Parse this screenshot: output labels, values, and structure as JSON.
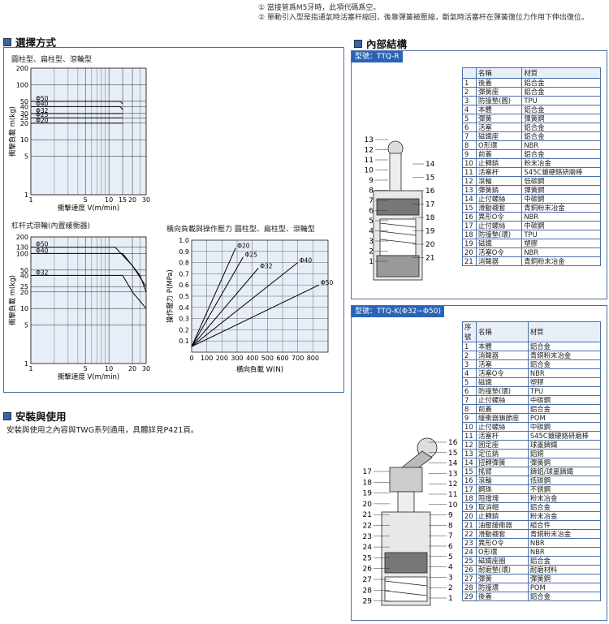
{
  "notes": [
    "① 當接管爲M5牙時，此項代碼爲空。",
    "② 單動引入型是指通氣時活塞杆縮回，後靠彈簧被壓縮，斷氣時活塞杆在彈簧復位力作用下伸出復位。"
  ],
  "selection": {
    "heading": "選擇方式",
    "chart1_caption": "圓柱型、扁柱型、滾輪型",
    "chart2_caption": "杠杆式滾輪(內置緩衝器)",
    "chart3_caption": "橫向負載與操作壓力  圓柱型、扁柱型、滾輪型"
  },
  "install": {
    "heading": "安裝與使用",
    "text": "安裝與使用之內容與TWG系列通用，具體詳見P421頁。"
  },
  "structure": {
    "heading": "內部結構",
    "model_r": "型號：TTQ-R",
    "model_k": "型號：TTQ-K(Φ32~Φ50)",
    "table_r_headers": [
      "",
      "名稱",
      "材質"
    ],
    "table_r": [
      [
        "1",
        "後蓋",
        "鋁合金"
      ],
      [
        "2",
        "彈簧座",
        "鋁合金"
      ],
      [
        "3",
        "防撞墊(圓)",
        "TPU"
      ],
      [
        "4",
        "本體",
        "鋁合金"
      ],
      [
        "5",
        "彈簧",
        "彈簧鋼"
      ],
      [
        "6",
        "活塞",
        "鋁合金"
      ],
      [
        "7",
        "磁鐵座",
        "鋁合金"
      ],
      [
        "8",
        "O形環",
        "NBR"
      ],
      [
        "9",
        "前蓋",
        "鋁合金"
      ],
      [
        "10",
        "止轉銷",
        "粉末冶金"
      ],
      [
        "11",
        "活塞杆",
        "S45C鍍硬鉻研磨棒"
      ],
      [
        "12",
        "滾輪",
        "低碳鋼"
      ],
      [
        "13",
        "彈簧銷",
        "彈簧鋼"
      ],
      [
        "14",
        "止付螺絲",
        "中碳鋼"
      ],
      [
        "15",
        "滑動襯套",
        "青銅粉末冶金"
      ],
      [
        "16",
        "異形O令",
        "NBR"
      ],
      [
        "17",
        "止付螺絲",
        "中碳鋼"
      ],
      [
        "18",
        "防撞墊(環)",
        "TPU"
      ],
      [
        "19",
        "磁鐵",
        "塑膠"
      ],
      [
        "20",
        "活塞O令",
        "NBR"
      ],
      [
        "21",
        "消聲器",
        "青銅粉末冶金"
      ]
    ],
    "table_k_headers": [
      "序號",
      "名稱",
      "材質"
    ],
    "table_k": [
      [
        "1",
        "本體",
        "鋁合金"
      ],
      [
        "2",
        "消聲器",
        "青銅粉末冶金"
      ],
      [
        "3",
        "活塞",
        "鋁合金"
      ],
      [
        "4",
        "活塞O令",
        "NBR"
      ],
      [
        "5",
        "磁鐵",
        "塑膠"
      ],
      [
        "6",
        "防撞墊(環)",
        "TPU"
      ],
      [
        "7",
        "止付螺絲",
        "中碳鋼"
      ],
      [
        "8",
        "前蓋",
        "鋁合金"
      ],
      [
        "9",
        "緩衝器鎖節座",
        "POM"
      ],
      [
        "10",
        "止付螺絲",
        "中碳鋼"
      ],
      [
        "11",
        "活塞杆",
        "S45C鍍硬鉻研磨棒"
      ],
      [
        "12",
        "固定座",
        "球墨鑄鐵"
      ],
      [
        "13",
        "定位銷",
        "鋁銅"
      ],
      [
        "14",
        "扭轉彈簧",
        "彈簧鋼"
      ],
      [
        "15",
        "搖臂",
        "鑄鋁/球墨鑄鐵"
      ],
      [
        "16",
        "滾輪",
        "低碳鋼"
      ],
      [
        "17",
        "鋼珠",
        "不銹鋼"
      ],
      [
        "18",
        "阻擋塊",
        "粉末冶金"
      ],
      [
        "19",
        "取消帽",
        "鋁合金"
      ],
      [
        "20",
        "止轉銷",
        "粉末冶金"
      ],
      [
        "21",
        "油壓緩衝器",
        "組合件"
      ],
      [
        "22",
        "滑動襯套",
        "青銅粉末冶金"
      ],
      [
        "23",
        "異形O令",
        "NBR"
      ],
      [
        "24",
        "O形環",
        "NBR"
      ],
      [
        "25",
        "磁鐵座圈",
        "鋁合金"
      ],
      [
        "26",
        "耐磨墊(環)",
        "耐磨材料"
      ],
      [
        "27",
        "彈簧",
        "彈簧鋼"
      ],
      [
        "28",
        "防撞環",
        "POM"
      ],
      [
        "29",
        "後蓋",
        "鋁合金"
      ]
    ]
  },
  "chart_data": [
    {
      "type": "line",
      "title": "圓柱型、扁柱型、滾輪型",
      "xlabel": "衝擊速度  V(m/min)",
      "ylabel": "衝擊負載  m(kg)",
      "xscale": "log",
      "yscale": "log",
      "xlim": [
        1,
        30
      ],
      "ylim": [
        1,
        200
      ],
      "xticks": [
        "1",
        "5",
        "10",
        "15",
        "20",
        "30"
      ],
      "yticks": [
        "1",
        "5",
        "10",
        "20",
        "25",
        "30",
        "40",
        "50",
        "100",
        "200"
      ],
      "series": [
        {
          "name": "Φ50",
          "x": [
            1,
            14,
            15
          ],
          "y": [
            50,
            50,
            45
          ]
        },
        {
          "name": "Φ40",
          "x": [
            1,
            14,
            15
          ],
          "y": [
            40,
            40,
            35
          ]
        },
        {
          "name": "Φ32",
          "x": [
            1,
            15
          ],
          "y": [
            30,
            30
          ]
        },
        {
          "name": "Φ25",
          "x": [
            1,
            15
          ],
          "y": [
            25,
            25
          ]
        },
        {
          "name": "Φ20",
          "x": [
            1,
            15
          ],
          "y": [
            20,
            20
          ]
        }
      ]
    },
    {
      "type": "line",
      "title": "杠杆式滾輪(內置緩衝器)",
      "xlabel": "衝擊速度  V(m/min)",
      "ylabel": "衝擊負載  m(kg)",
      "xscale": "log",
      "yscale": "log",
      "xlim": [
        1,
        30
      ],
      "ylim": [
        1,
        200
      ],
      "xticks": [
        "1",
        "5",
        "10",
        "20",
        "30"
      ],
      "yticks": [
        "1",
        "5",
        "10",
        "20",
        "25",
        "40",
        "50",
        "100",
        "130",
        "200"
      ],
      "series": [
        {
          "name": "Φ50",
          "x": [
            1,
            12,
            20,
            30
          ],
          "y": [
            130,
            130,
            60,
            25
          ]
        },
        {
          "name": "Φ40",
          "x": [
            1,
            15,
            25,
            30
          ],
          "y": [
            100,
            100,
            40,
            20
          ]
        },
        {
          "name": "Φ32",
          "x": [
            1,
            15,
            20,
            30
          ],
          "y": [
            40,
            40,
            20,
            10
          ]
        }
      ]
    },
    {
      "type": "line",
      "title": "橫向負載與操作壓力",
      "xlabel": "橫向負載  W(N)",
      "ylabel": "操作壓力  P(MPa)",
      "xlim": [
        0,
        900
      ],
      "ylim": [
        0,
        1.0
      ],
      "xticks": [
        "0",
        "100",
        "200",
        "300",
        "400",
        "500",
        "600",
        "700",
        "800"
      ],
      "yticks": [
        "0.1",
        "0.2",
        "0.3",
        "0.4",
        "0.5",
        "0.6",
        "0.7",
        "0.8",
        "0.9",
        "1.0"
      ],
      "series": [
        {
          "name": "Φ20",
          "x": [
            0,
            290
          ],
          "y": [
            0.05,
            0.93
          ]
        },
        {
          "name": "Φ25",
          "x": [
            0,
            340
          ],
          "y": [
            0.05,
            0.85
          ]
        },
        {
          "name": "Φ32",
          "x": [
            0,
            440
          ],
          "y": [
            0.05,
            0.75
          ]
        },
        {
          "name": "Φ40",
          "x": [
            0,
            700
          ],
          "y": [
            0.05,
            0.8
          ]
        },
        {
          "name": "Φ50",
          "x": [
            0,
            840
          ],
          "y": [
            0.05,
            0.6
          ]
        }
      ]
    }
  ],
  "labels": {
    "r_left": [
      "13",
      "12",
      "11",
      "10",
      "9",
      "8",
      "7",
      "6",
      "5",
      "4",
      "3",
      "2",
      "1"
    ],
    "r_right": [
      "14",
      "15",
      "16",
      "17",
      "18",
      "19",
      "20",
      "21"
    ],
    "k_left": [
      "17",
      "18",
      "19",
      "20",
      "21",
      "22",
      "23",
      "24",
      "25",
      "26",
      "27",
      "28",
      "29"
    ],
    "k_right": [
      "16",
      "15",
      "14",
      "13",
      "12",
      "11",
      "10",
      "9",
      "8",
      "7",
      "6",
      "5",
      "4",
      "3",
      "2",
      "1"
    ]
  }
}
